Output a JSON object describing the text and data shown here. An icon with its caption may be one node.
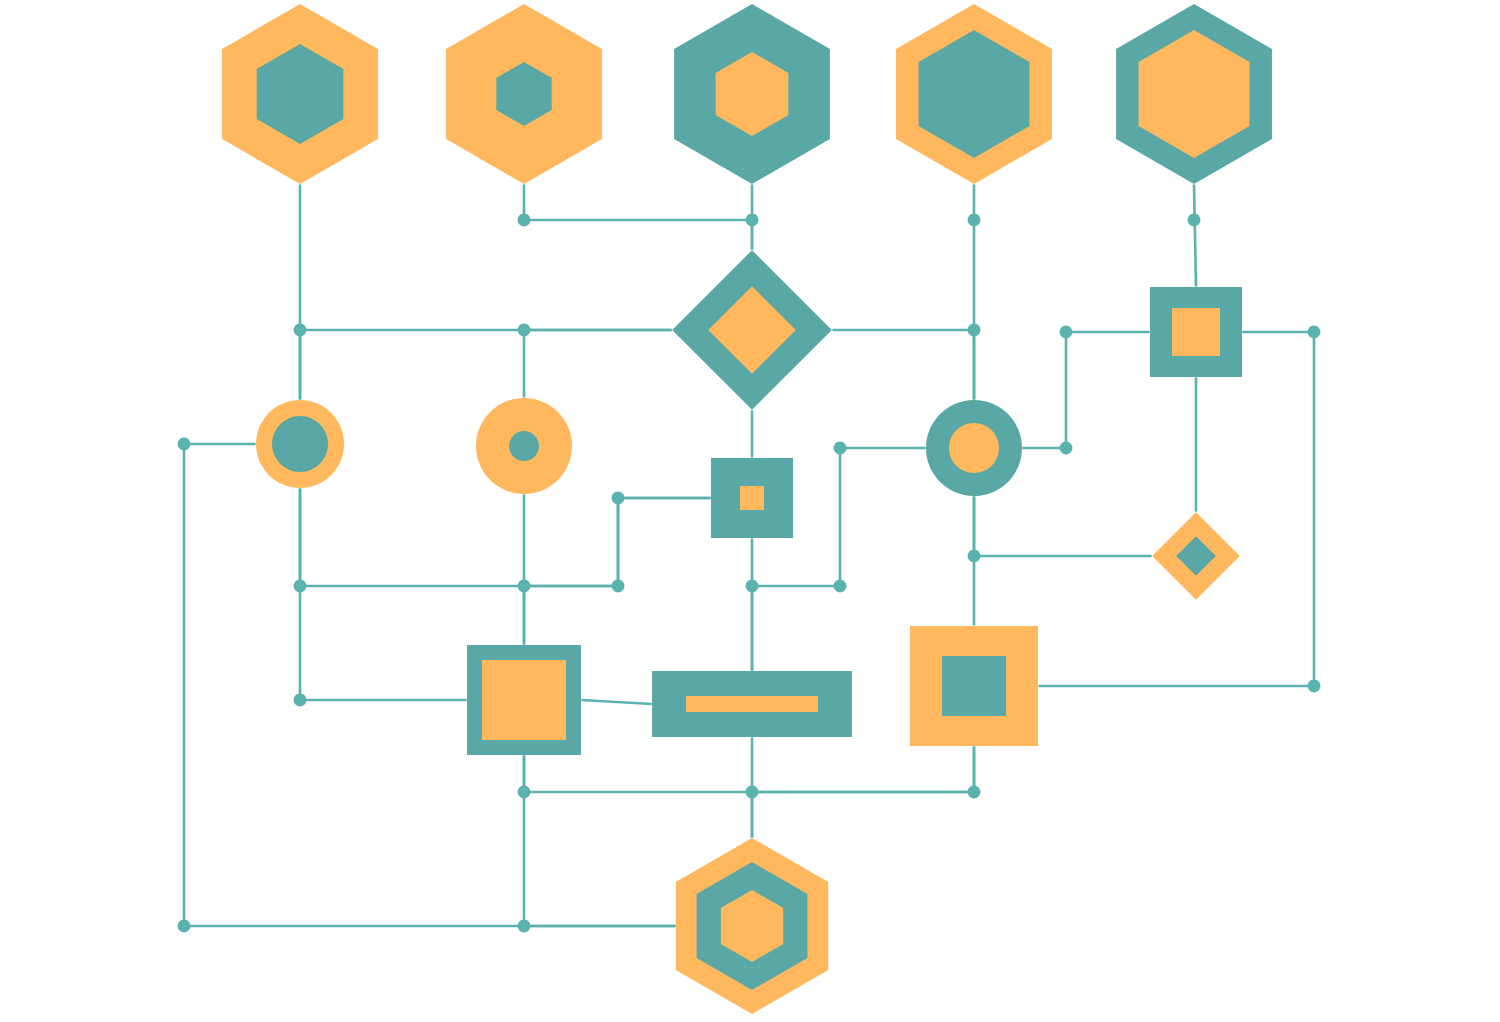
{
  "diagram": {
    "nodes": [
      {
        "text": [],
        "shape": "hexagon"
      },
      {
        "text": [],
        "shape": "hexagon"
      },
      {
        "text": [],
        "shape": "hexagon"
      },
      {
        "text": [],
        "shape": "hexagon"
      },
      {
        "text": [],
        "shape": "hexagon"
      },
      {
        "text": [],
        "shape": "diamond"
      },
      {
        "text": [],
        "shape": "box"
      },
      {
        "text": [],
        "shape": "circle"
      },
      {
        "text": [],
        "shape": "circle"
      },
      {
        "text": [],
        "shape": "circle"
      },
      {
        "text": [],
        "shape": "box"
      },
      {
        "text": [],
        "shape": "diamond"
      },
      {
        "text": [],
        "shape": "box"
      },
      {
        "text": [],
        "shape": "bar"
      },
      {
        "text": [],
        "shape": "box"
      },
      {
        "text": [],
        "shape": "hexagon"
      }
    ],
    "edges": [
      {
        "from": 0,
        "to": 7,
        "arrow": "none"
      },
      {
        "from": 1,
        "to": 5,
        "arrow": "none"
      },
      {
        "from": 2,
        "to": 5,
        "arrow": "none"
      },
      {
        "from": 3,
        "to": 9,
        "arrow": "none"
      },
      {
        "from": 4,
        "to": 6,
        "arrow": "none"
      },
      {
        "from": 7,
        "to": 5,
        "arrow": "none"
      },
      {
        "from": 8,
        "to": 5,
        "arrow": "none"
      },
      {
        "from": 5,
        "to": 9,
        "arrow": "none"
      },
      {
        "from": 5,
        "to": 10,
        "arrow": "none"
      },
      {
        "from": 6,
        "to": 9,
        "arrow": "none"
      },
      {
        "from": 6,
        "to": 11,
        "arrow": "none"
      },
      {
        "from": 6,
        "to": 14,
        "arrow": "none"
      },
      {
        "from": 9,
        "to": 14,
        "arrow": "none"
      },
      {
        "from": 11,
        "to": 9,
        "arrow": "none"
      },
      {
        "from": 9,
        "to": 13,
        "arrow": "none"
      },
      {
        "from": 10,
        "to": 13,
        "arrow": "none"
      },
      {
        "from": 10,
        "to": 12,
        "arrow": "none"
      },
      {
        "from": 8,
        "to": 12,
        "arrow": "none"
      },
      {
        "from": 7,
        "to": 12,
        "arrow": "none"
      },
      {
        "from": 12,
        "to": 13,
        "arrow": "none"
      },
      {
        "from": 12,
        "to": 15,
        "arrow": "none"
      },
      {
        "from": 13,
        "to": 15,
        "arrow": "none"
      },
      {
        "from": 12,
        "to": 14,
        "arrow": "none"
      },
      {
        "from": 14,
        "to": 15,
        "arrow": "none"
      },
      {
        "from": 7,
        "to": 15,
        "arrow": "none"
      },
      {
        "from": 7,
        "to": 10,
        "arrow": "none"
      }
    ]
  }
}
